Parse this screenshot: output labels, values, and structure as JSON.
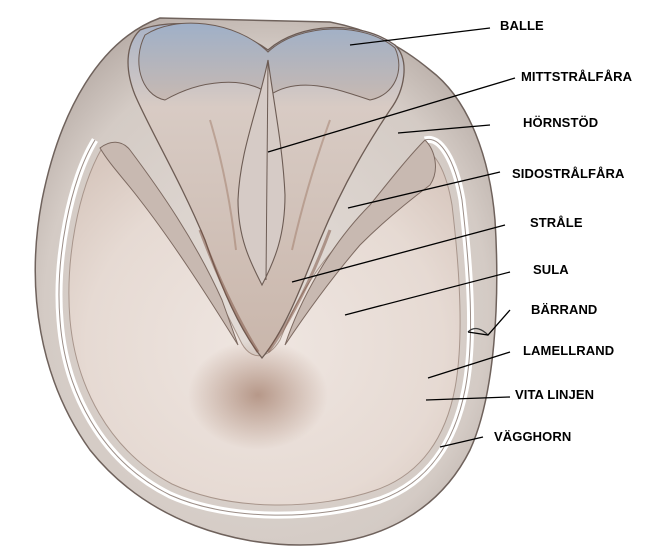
{
  "labels": {
    "balle": "BALLE",
    "mittstralfara": "MITTSTRÅLFÅRA",
    "hornstod": "HÖRNSTÖD",
    "sidostralfara": "SIDOSTRÅLFÅRA",
    "strale": "STRÅLE",
    "sula": "SULA",
    "barrand": "BÄRRAND",
    "lamellrand": "LAMELLRAND",
    "vita_linjen": "VITA LINJEN",
    "vagghorn": "VÄGGHORN"
  },
  "colors": {
    "wall": "#d9d2cc",
    "sole": "#e9dfd9",
    "frog": "#cdbfb8",
    "shadow": "#8a5b44",
    "blue_tint": "#9aa9bf",
    "white_line": "#ffffff",
    "leader_line": "#000000"
  }
}
